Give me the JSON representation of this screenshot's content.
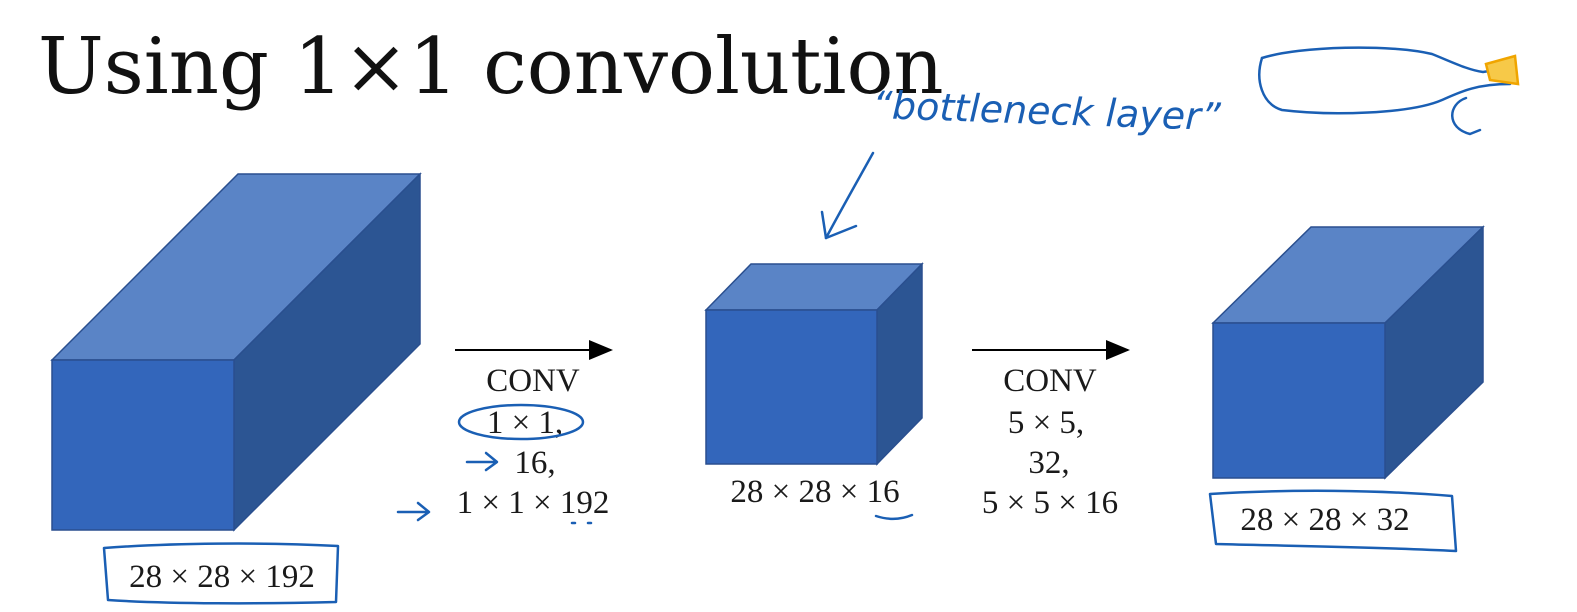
{
  "title": "Using 1×1 convolution",
  "annotation": "“bottleneck layer”",
  "colors": {
    "cube_front": "#3366bb",
    "cube_top": "#5a84c6",
    "cube_side": "#2c5593",
    "ink": "#1a5fb4",
    "accent": "#f0a500"
  },
  "volumes": [
    {
      "label": "28 × 28 × 192"
    },
    {
      "label": "28 × 28 × 16"
    },
    {
      "label": "28 × 28 × 32"
    }
  ],
  "ops": [
    {
      "name": "CONV",
      "lines": [
        "1 × 1,",
        "16,",
        "1 × 1 × 192"
      ]
    },
    {
      "name": "CONV",
      "lines": [
        "5 × 5,",
        "32,",
        "5 × 5 × 16"
      ]
    }
  ]
}
